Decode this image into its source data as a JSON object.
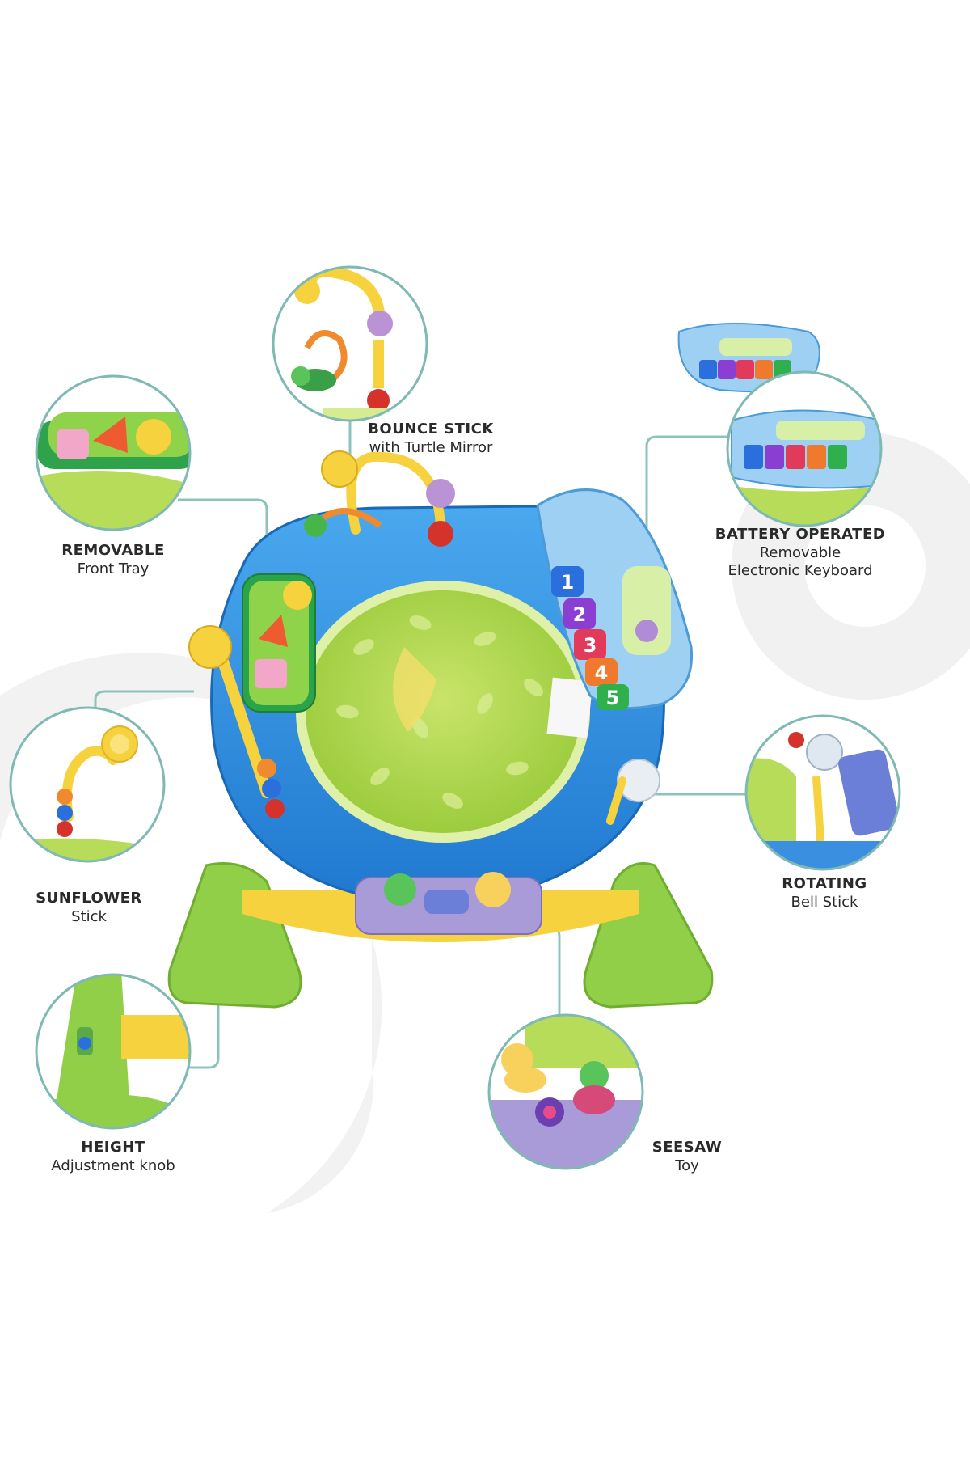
{
  "colors": {
    "accent_teal": "#7fb9b3",
    "toy_blue": "#2f8fe0",
    "toy_green": "#93d048",
    "toy_yellow": "#f6d23f",
    "seat_green": "#b6dc5a",
    "background_swirl": "#f0f0f0"
  },
  "callouts": {
    "bounce": {
      "title": "BOUNCE STICK",
      "subtitle": "with Turtle Mirror"
    },
    "tray": {
      "title": "REMOVABLE",
      "subtitle": "Front Tray"
    },
    "keyboard": {
      "title": "BATTERY OPERATED",
      "subtitle": "Removable\nElectronic Keyboard"
    },
    "sunflower": {
      "title": "SUNFLOWER",
      "subtitle": "Stick"
    },
    "bell": {
      "title": "ROTATING",
      "subtitle": "Bell Stick"
    },
    "height": {
      "title": "HEIGHT",
      "subtitle": "Adjustment knob"
    },
    "seesaw": {
      "title": "SEESAW",
      "subtitle": "Toy"
    }
  },
  "keyboard": {
    "keys": [
      "1",
      "2",
      "3",
      "4",
      "5"
    ]
  }
}
